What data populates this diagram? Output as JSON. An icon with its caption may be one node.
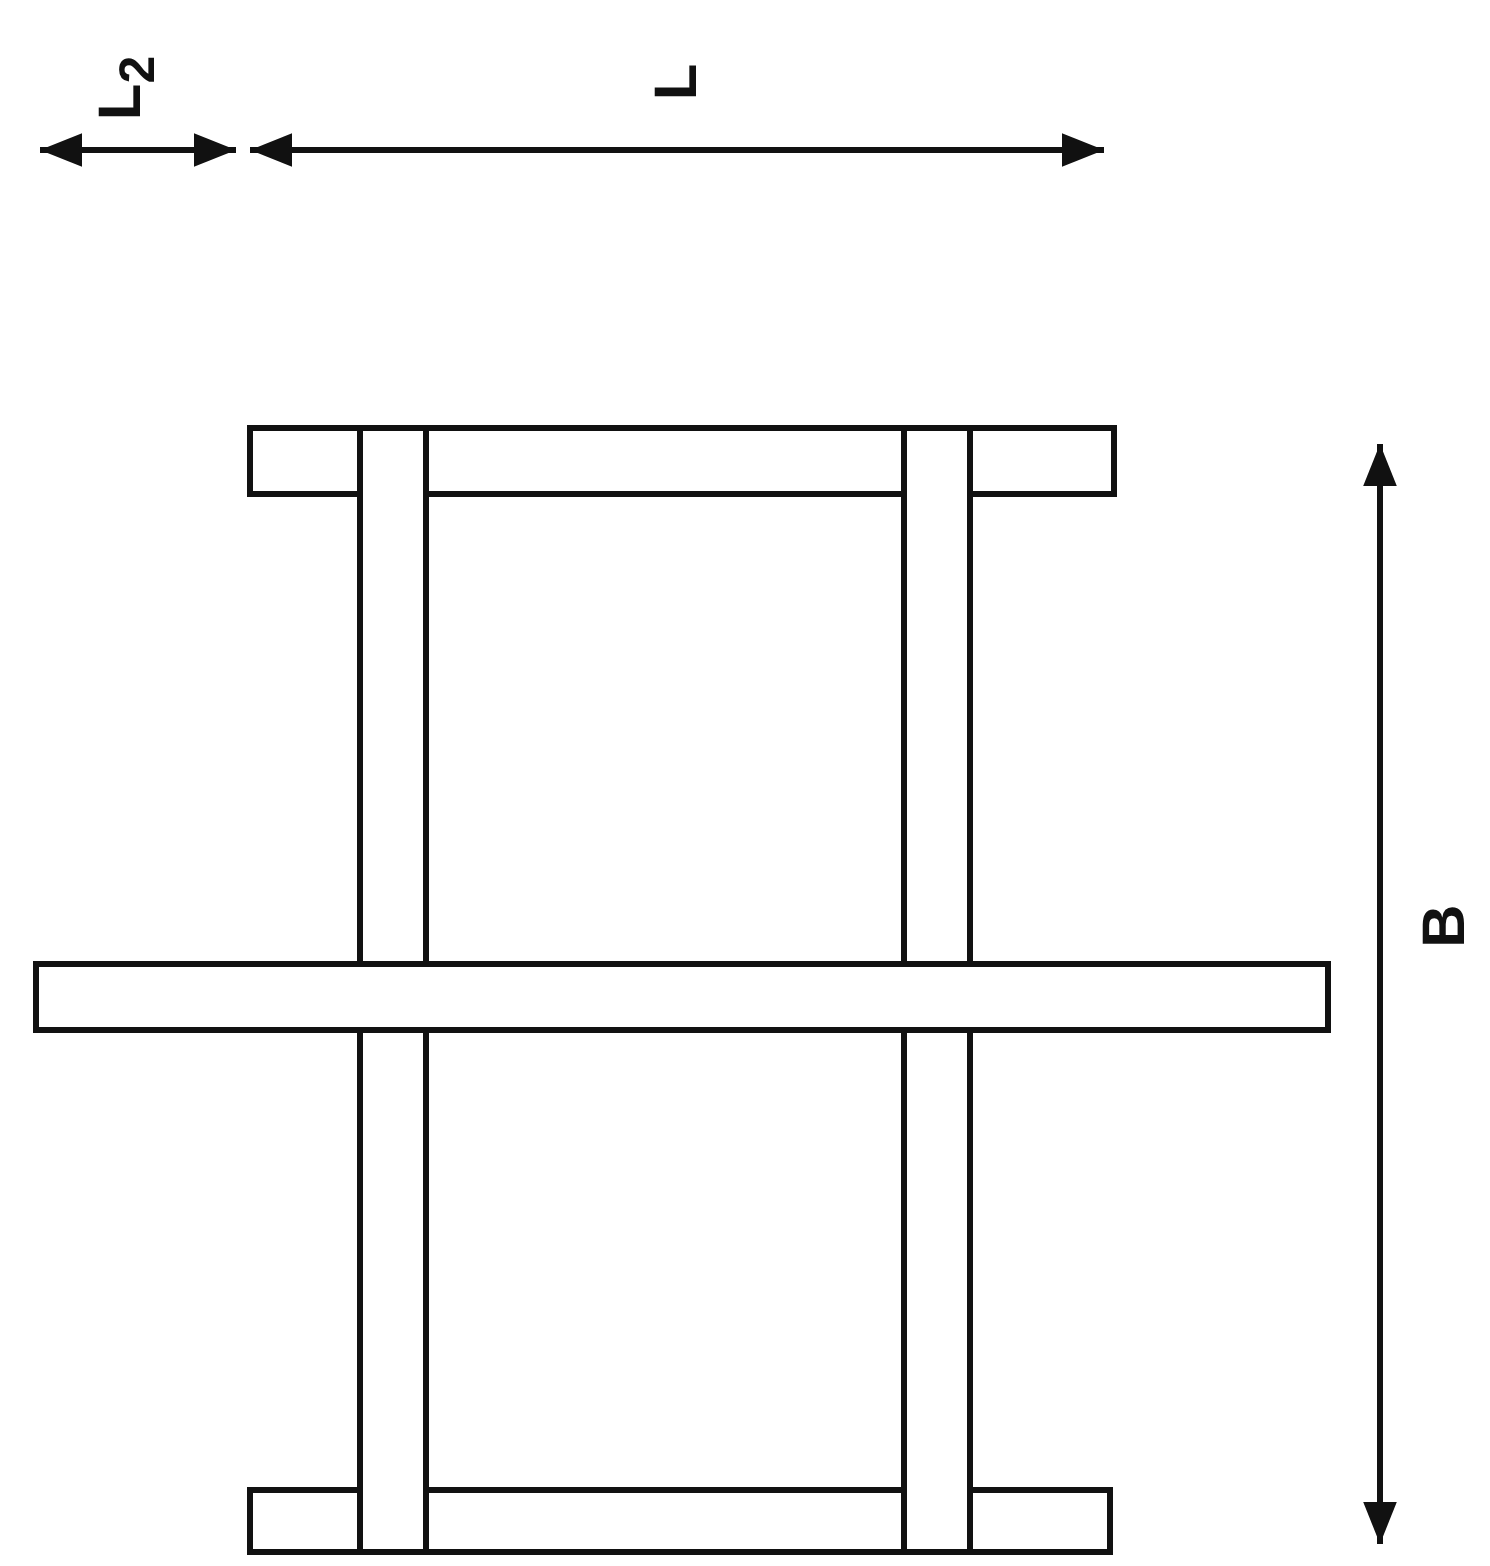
{
  "diagram": {
    "labels": [
      "L$_{2}$",
      "L",
      "B"
    ]
  }
}
